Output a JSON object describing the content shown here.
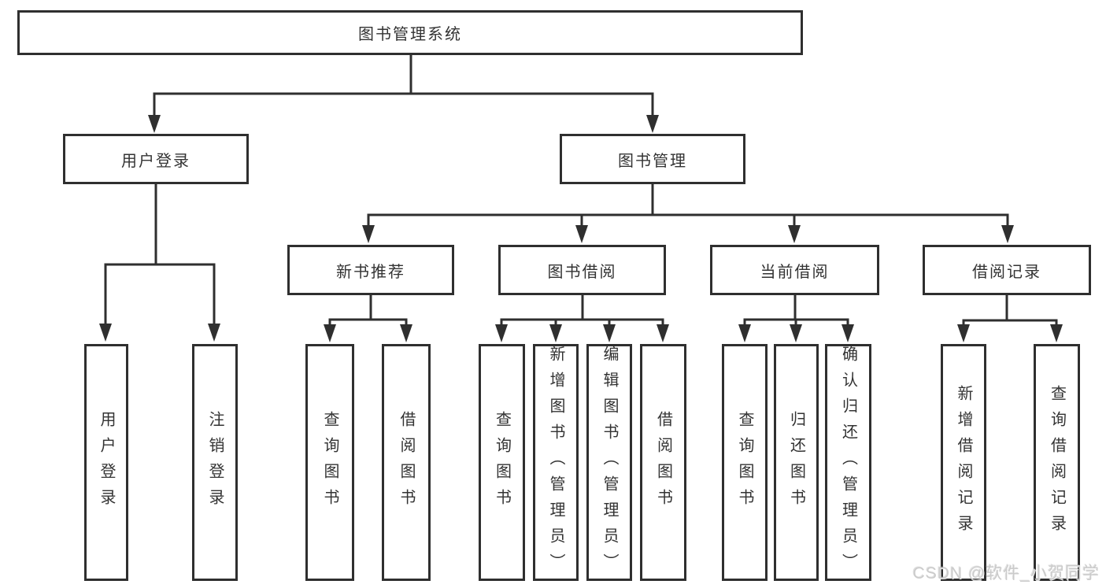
{
  "tree": {
    "root": "图书管理系统",
    "groups": [
      {
        "label": "用户登录",
        "children": [
          "用户登录",
          "注销登录"
        ]
      },
      {
        "label": "图书管理",
        "subgroups": [
          {
            "label": "新书推荐",
            "children": [
              "查询图书",
              "借阅图书"
            ]
          },
          {
            "label": "图书借阅",
            "children": [
              "查询图书",
              "新增图书（管理员）",
              "编辑图书（管理员）",
              "借阅图书"
            ]
          },
          {
            "label": "当前借阅",
            "children": [
              "查询图书",
              "归还图书",
              "确认归还（管理员）"
            ]
          },
          {
            "label": "借阅记录",
            "children": [
              "新增借阅记录",
              "查询借阅记录"
            ]
          }
        ]
      }
    ]
  },
  "watermark": "CSDN @软件_小贺同学",
  "colors": {
    "line": "#2f2f2f",
    "text": "#333333",
    "watermark": "#cbcbcb",
    "background": "#ffffff"
  }
}
